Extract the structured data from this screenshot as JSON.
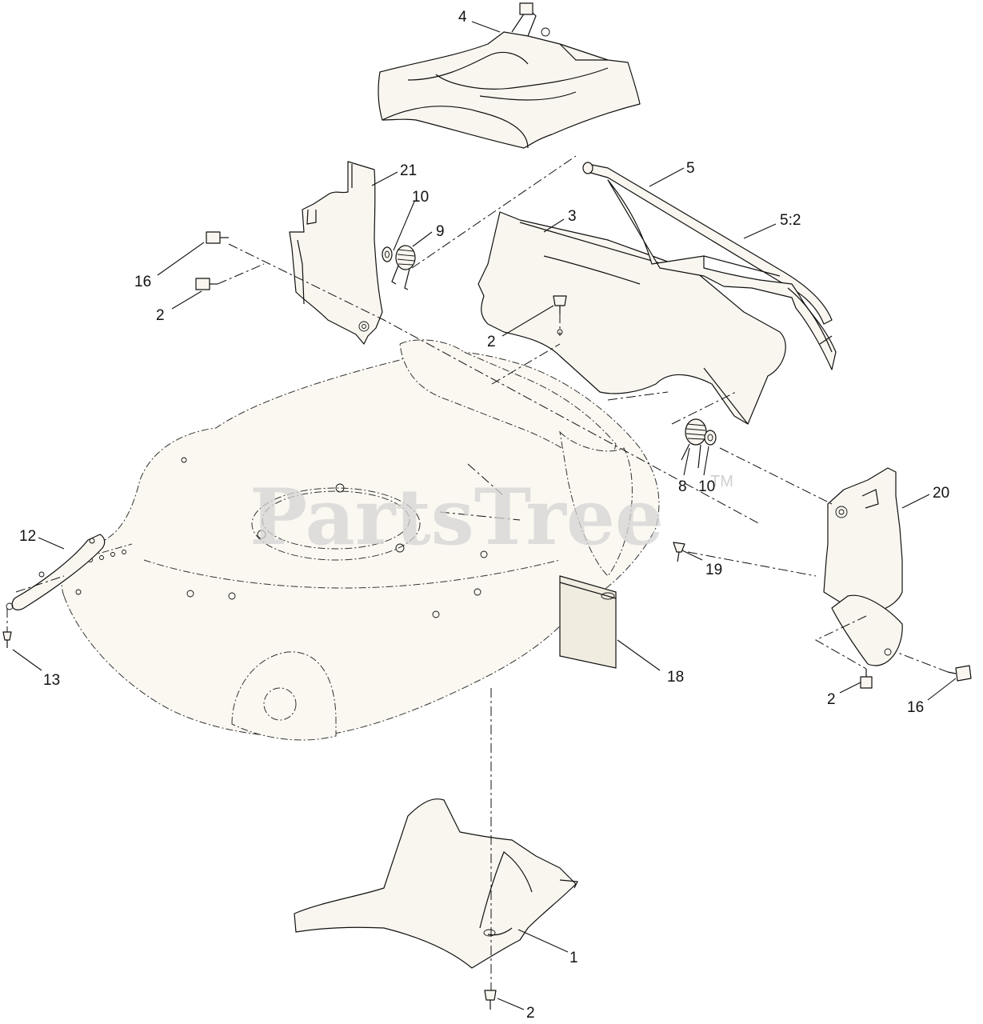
{
  "watermark": {
    "text": "PartsTree",
    "trademark": "TM"
  },
  "callouts": {
    "c4": "4",
    "c21": "21",
    "c5": "5",
    "c10a": "10",
    "c9": "9",
    "c3": "3",
    "c5_2": "5:2",
    "c16a": "16",
    "c2a": "2",
    "c2b": "2",
    "c12": "12",
    "c8": "8",
    "c10b": "10",
    "c20": "20",
    "c19": "19",
    "c13": "13",
    "c18": "18",
    "c2c": "2",
    "c16b": "16",
    "c1": "1",
    "c2d": "2"
  }
}
